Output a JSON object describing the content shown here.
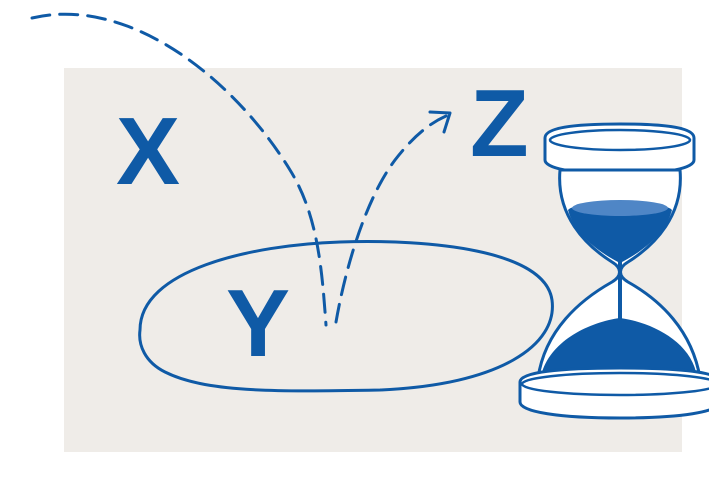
{
  "labels": {
    "x": "X",
    "y": "Y",
    "z": "Z"
  },
  "colors": {
    "ink": "#0f5aa6",
    "panel": "#efece8",
    "background": "#ffffff"
  },
  "icons": [
    "dashed-arrow-from-x-icon",
    "dashed-arrow-to-z-icon",
    "hourglass-icon",
    "ellipse-outline"
  ]
}
